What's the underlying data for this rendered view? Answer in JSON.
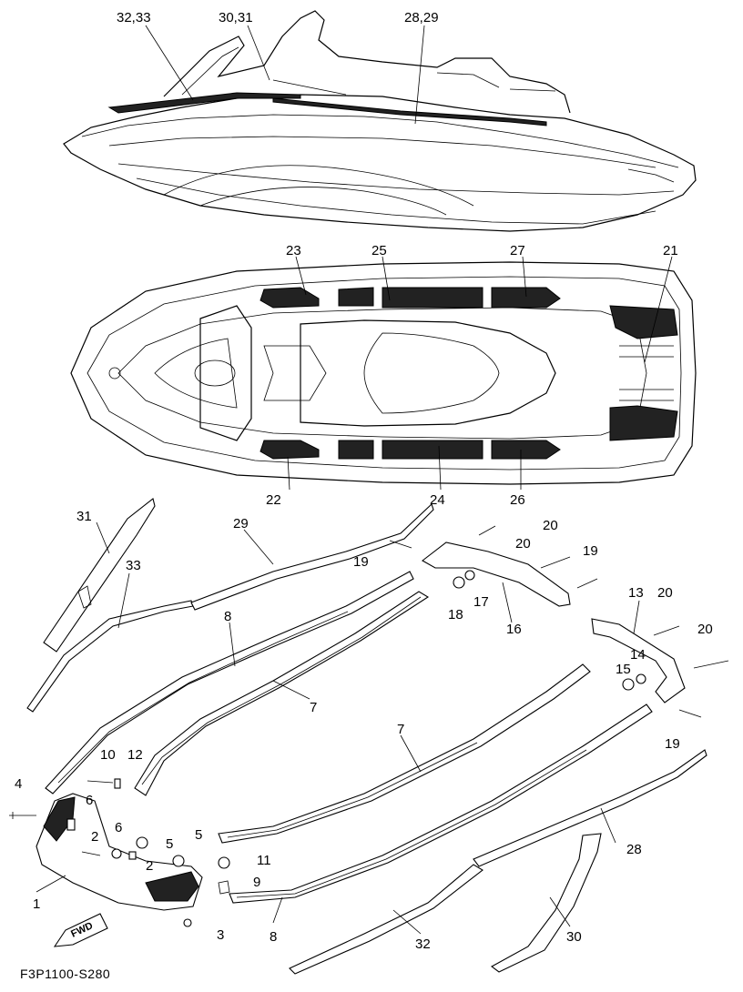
{
  "diagram": {
    "code": "F3P1100-S280",
    "fwd_label": "FWD",
    "labels": {
      "c1": "1",
      "c2a": "2",
      "c2b": "2",
      "c3": "3",
      "c4": "4",
      "c5a": "5",
      "c5b": "5",
      "c6a": "6",
      "c6b": "6",
      "c7a": "7",
      "c7b": "7",
      "c8a": "8",
      "c8b": "8",
      "c9": "9",
      "c10": "10",
      "c11": "11",
      "c12": "12",
      "c13": "13",
      "c14": "14",
      "c15": "15",
      "c16": "16",
      "c17": "17",
      "c18": "18",
      "c19a": "19",
      "c19b": "19",
      "c19c": "19",
      "c20a": "20",
      "c20b": "20",
      "c20c": "20",
      "c20d": "20",
      "c21": "21",
      "c22": "22",
      "c23": "23",
      "c24": "24",
      "c25": "25",
      "c26": "26",
      "c27": "27",
      "c28": "28",
      "c28_29": "28,29",
      "c29": "29",
      "c30": "30",
      "c30_31": "30,31",
      "c31": "31",
      "c32": "32",
      "c32_33": "32,33",
      "c33": "33"
    }
  }
}
